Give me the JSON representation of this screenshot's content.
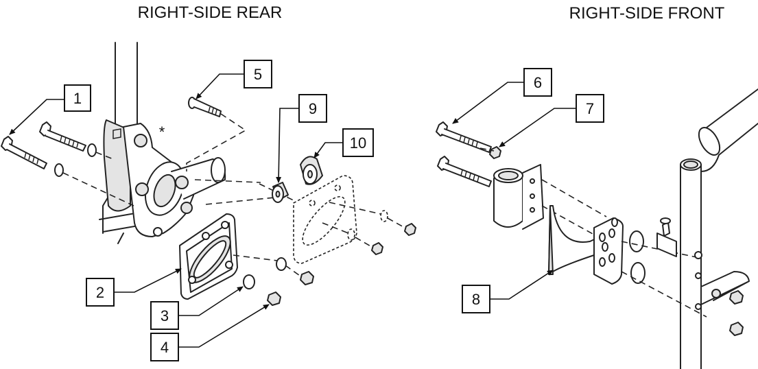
{
  "views": {
    "rear_title": "RIGHT-SIDE REAR",
    "front_title": "RIGHT-SIDE FRONT"
  },
  "asterisk": "*",
  "callouts": [
    "1",
    "2",
    "3",
    "4",
    "5",
    "6",
    "7",
    "8",
    "9",
    "10"
  ],
  "colors": {
    "line": "#222222",
    "shade": "#e4e4e4",
    "background": "#ffffff"
  }
}
